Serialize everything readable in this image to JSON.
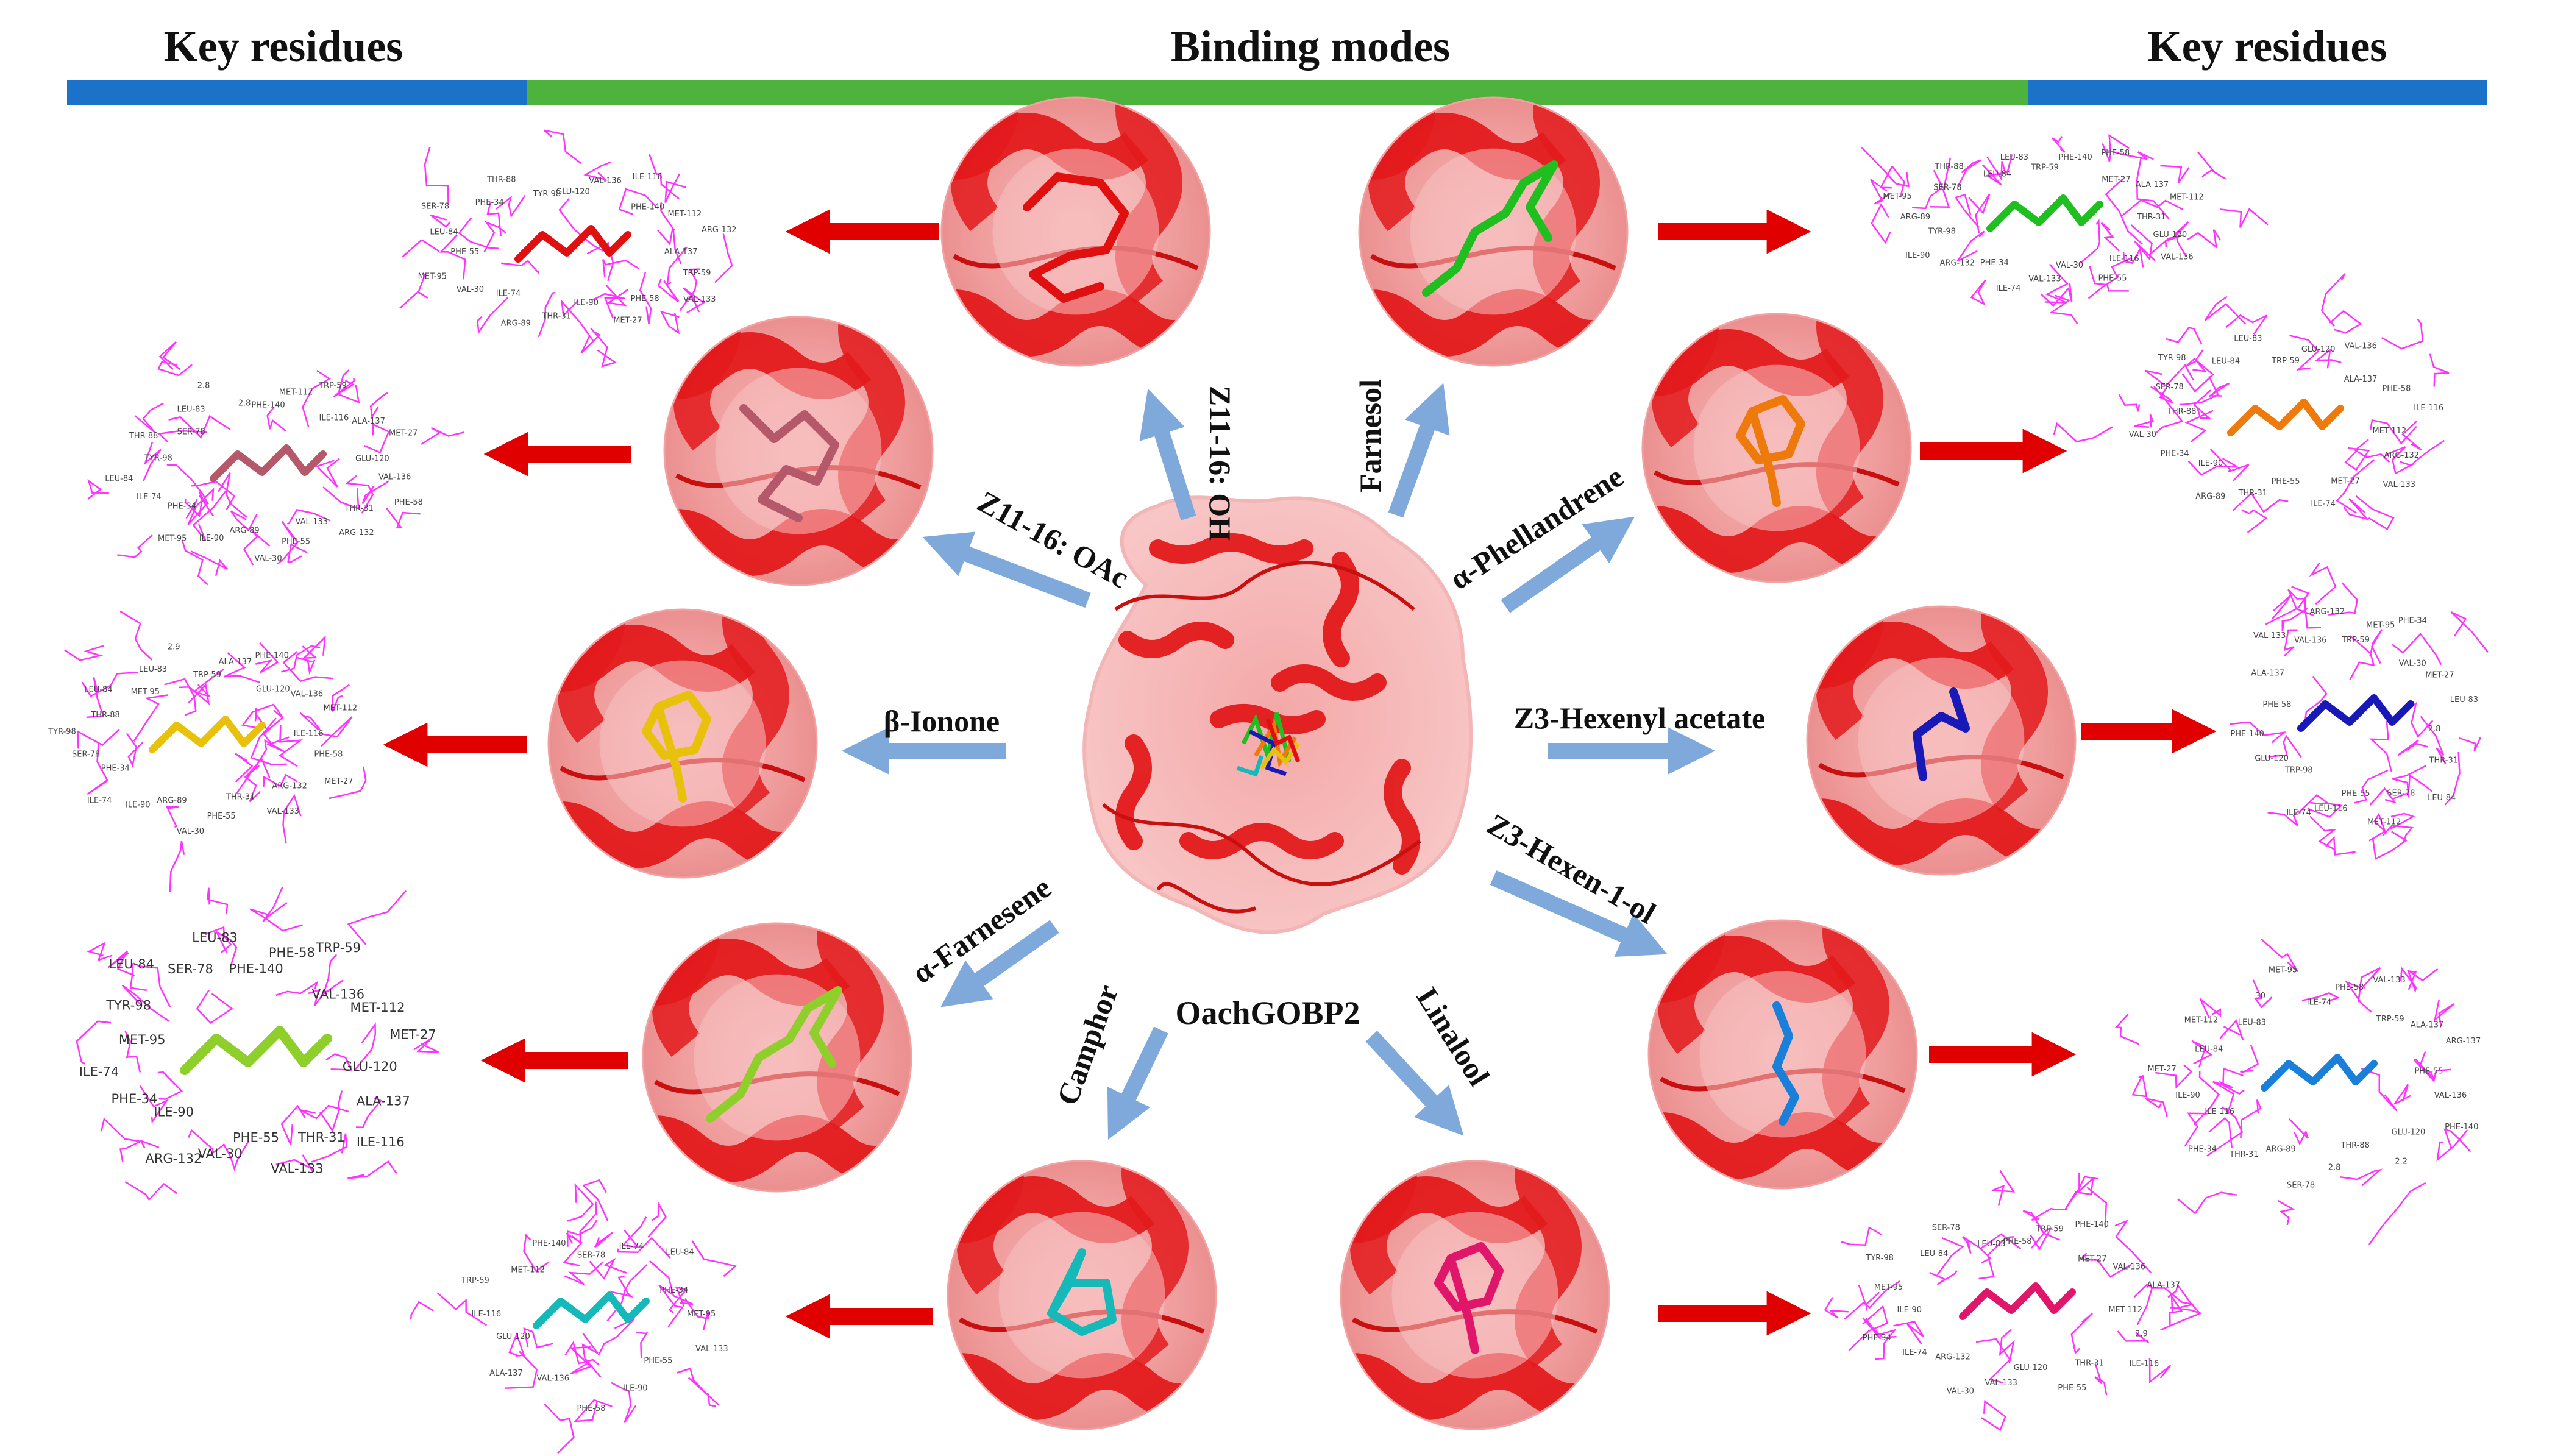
{
  "headers": {
    "left": "Key residues",
    "center": "Binding modes",
    "right": "Key residues"
  },
  "colors": {
    "bar_blue": "#1a73c9",
    "bar_green": "#4db33d",
    "arrow_blue": "#7fa9db",
    "arrow_red": "#e00000",
    "residue_wire": "#ff33ff",
    "protein": "#e31a1c"
  },
  "protein": {
    "label": "OachGOBP2"
  },
  "ligands": [
    {
      "label": "Z11-16: OH",
      "stick_color": "#e01010"
    },
    {
      "label": "Z11-16: OAc",
      "stick_color": "#b5596a"
    },
    {
      "label": "β-Ionone",
      "stick_color": "#e8c10c"
    },
    {
      "label": "α-Farnesene",
      "stick_color": "#8fcf2b"
    },
    {
      "label": "Camphor",
      "stick_color": "#16b9b9"
    },
    {
      "label": "Linalool",
      "stick_color": "#e0166a"
    },
    {
      "label": "Z3-Hexen-1-ol",
      "stick_color": "#1a7fd8"
    },
    {
      "label": "Z3-Hexenyl acetate",
      "stick_color": "#1919b8"
    },
    {
      "label": "α-Phellandrene",
      "stick_color": "#ef7a0c"
    },
    {
      "label": "Farnesol",
      "stick_color": "#1fbf1f"
    }
  ],
  "residues": {
    "z11oh": [
      "GLU-120",
      "VAL-136",
      "ILE-116",
      "PHE-140",
      "MET-112",
      "ARG-132",
      "ALA-137",
      "TRP-59",
      "VAL-133",
      "PHE-58",
      "MET-27",
      "ILE-90",
      "THR-31",
      "ARG-89",
      "ILE-74",
      "VAL-30",
      "MET-95",
      "PHE-55",
      "LEU-84",
      "SER-78",
      "PHE-34",
      "THR-88",
      "TYR-98"
    ],
    "z11oac": [
      "PHE-140",
      "MET-112",
      "TRP-59",
      "ILE-116",
      "ALA-137",
      "MET-27",
      "GLU-120",
      "VAL-136",
      "PHE-58",
      "THR-31",
      "ARG-132",
      "VAL-133",
      "PHE-55",
      "VAL-30",
      "ARG-89",
      "ILE-90",
      "MET-95",
      "PHE-34",
      "ILE-74",
      "LEU-84",
      "TYR-98",
      "THR-88",
      "SER-78",
      "LEU-83",
      "2.8",
      "2.8"
    ],
    "ionone": [
      "TRP-59",
      "ALA-137",
      "PHE-140",
      "GLU-120",
      "VAL-136",
      "MET-112",
      "ILE-116",
      "PHE-58",
      "MET-27",
      "ARG-132",
      "VAL-133",
      "THR-31",
      "PHE-55",
      "VAL-30",
      "ARG-89",
      "ILE-90",
      "ILE-74",
      "PHE-34",
      "SER-78",
      "TYR-98",
      "THR-88",
      "LEU-84",
      "MET-95",
      "LEU-83",
      "2.9"
    ],
    "farnesene": [
      "PHE-140",
      "PHE-58",
      "TRP-59",
      "VAL-136",
      "MET-112",
      "MET-27",
      "GLU-120",
      "ALA-137",
      "ILE-116",
      "THR-31",
      "VAL-133",
      "PHE-55",
      "VAL-30",
      "ARG-132",
      "ILE-90",
      "PHE-34",
      "ILE-74",
      "MET-95",
      "TYR-98",
      "LEU-84",
      "SER-78",
      "LEU-83"
    ],
    "camphor": [
      "SER-78",
      "ILE-74",
      "LEU-84",
      "PHE-34",
      "MET-95",
      "VAL-133",
      "PHE-55",
      "ILE-90",
      "PHE-58",
      "VAL-136",
      "ALA-137",
      "GLU-120",
      "ILE-116",
      "TRP-59",
      "MET-112",
      "PHE-140"
    ],
    "linalool": [
      "PHE-58",
      "TRP-59",
      "PHE-140",
      "MET-27",
      "VAL-136",
      "ALA-137",
      "MET-112",
      "2.9",
      "ILE-116",
      "THR-31",
      "PHE-55",
      "GLU-120",
      "VAL-133",
      "VAL-30",
      "ARG-132",
      "ILE-74",
      "PHE-34",
      "ILE-90",
      "MET-95",
      "TYR-98",
      "LEU-84",
      "SER-78",
      "LEU-83"
    ],
    "hexenol": [
      "ILE-74",
      "PHE-58",
      "VAL-133",
      "TRP-59",
      "ALA-137",
      "ARG-137",
      "PHE-55",
      "VAL-136",
      "PHE-140",
      "GLU-120",
      "2.2",
      "THR-88",
      "2.8",
      "SER-78",
      "ARG-89",
      "THR-31",
      "PHE-34",
      "ILE-116",
      "ILE-90",
      "MET-27",
      "LEU-84",
      "MET-112",
      "LEU-83",
      "30",
      "MET-95"
    ],
    "hexenyl": [
      "TRP-59",
      "MET-95",
      "PHE-34",
      "VAL-30",
      "MET-27",
      "LEU-83",
      "2.8",
      "THR-31",
      "LEU-84",
      "SER-78",
      "MET-112",
      "PHE-55",
      "LEU-116",
      "ILE-74",
      "TRP-98",
      "GLU-120",
      "PHE-140",
      "PHE-58",
      "ALA-137",
      "VAL-133",
      "VAL-136",
      "ARG-132"
    ],
    "phell": [
      "TRP-59",
      "GLU-120",
      "VAL-136",
      "ALA-137",
      "PHE-58",
      "ILE-116",
      "MET-112",
      "ARG-132",
      "VAL-133",
      "MET-27",
      "ILE-74",
      "PHE-55",
      "THR-31",
      "ARG-89",
      "ILE-90",
      "PHE-34",
      "VAL-30",
      "THR-88",
      "SER-78",
      "TYR-98",
      "LEU-84",
      "LEU-83"
    ],
    "farnesol": [
      "TRP-59",
      "PHE-140",
      "PHE-58",
      "MET-27",
      "ALA-137",
      "MET-112",
      "THR-31",
      "GLU-120",
      "VAL-136",
      "ILE-116",
      "PHE-55",
      "VAL-30",
      "VAL-133",
      "ILE-74",
      "PHE-34",
      "ARG-132",
      "ILE-90",
      "TYR-98",
      "ARG-89",
      "MET-95",
      "SER-78",
      "THR-88",
      "LEU-84",
      "LEU-83"
    ]
  }
}
